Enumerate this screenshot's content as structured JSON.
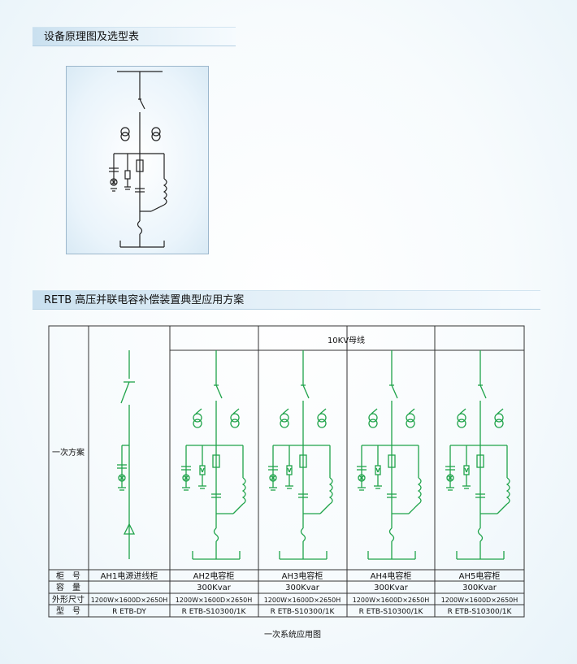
{
  "section1": {
    "title": "设备原理图及选型表"
  },
  "section2": {
    "title": "RETB 高压并联电容补偿装置典型应用方案"
  },
  "table": {
    "bus_label": "10KV母线",
    "scheme_label": "一次方案",
    "row_labels": [
      "柜　号",
      "容　量",
      "外形尺寸",
      "型　号"
    ],
    "columns": [
      {
        "cabinet": "AH1电源进线柜",
        "capacity": "",
        "dimensions": "1200W×1600D×2650H",
        "model": "R ETB-DY"
      },
      {
        "cabinet": "AH2电容柜",
        "capacity": "300Kvar",
        "dimensions": "1200W×1600D×2650H",
        "model": "R ETB-S10300/1K"
      },
      {
        "cabinet": "AH3电容柜",
        "capacity": "300Kvar",
        "dimensions": "1200W×1600D×2650H",
        "model": "R ETB-S10300/1K"
      },
      {
        "cabinet": "AH4电容柜",
        "capacity": "300Kvar",
        "dimensions": "1200W×1600D×2650H",
        "model": "R ETB-S10300/1K"
      },
      {
        "cabinet": "AH5电容柜",
        "capacity": "300Kvar",
        "dimensions": "1200W×1600D×2650H",
        "model": "R ETB-S10300/1K"
      }
    ]
  },
  "caption": "一次系统应用图",
  "colors": {
    "wire_green": "#1fa34a",
    "wire_dark": "#222222",
    "grid": "#333333"
  }
}
